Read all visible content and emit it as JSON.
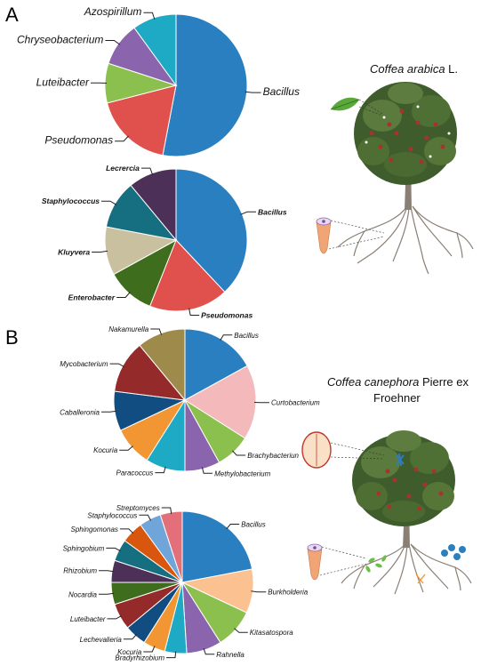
{
  "panel_labels": {
    "a": "A",
    "b": "B"
  },
  "plant_a": {
    "title_italic": "Coffea arabica",
    "title_rest": " L."
  },
  "plant_b": {
    "title_line1_italic": "Coffea canephora",
    "title_line1_rest": " Pierre ex",
    "title_line2": "Froehner"
  },
  "colors": {
    "blue": "#2a7fc1",
    "red": "#e0504d",
    "green": "#8bc04e",
    "purple": "#8a64ad",
    "cyan": "#1eaac4",
    "olive": "#9e8a4a",
    "darkred": "#952a2a",
    "navy": "#114d80",
    "orange": "#f29633",
    "pink": "#f4b9bb",
    "teal": "#156f80",
    "darkgreen": "#3f6d1e",
    "tan": "#c8c09e",
    "plum": "#4d3058",
    "peach": "#fbc191",
    "lightblue": "#6fa5d8"
  },
  "chart_data": [
    {
      "type": "pie",
      "style": "large",
      "slices": [
        {
          "label": "Bacillus",
          "value": 53,
          "color": "#2a7fc1"
        },
        {
          "label": "Pseudomonas",
          "value": 18,
          "color": "#e0504d"
        },
        {
          "label": "Luteibacter",
          "value": 9,
          "color": "#8bc04e"
        },
        {
          "label": "Chryseobacterium",
          "value": 10,
          "color": "#8a64ad"
        },
        {
          "label": "Azospirillum",
          "value": 10,
          "color": "#1eaac4"
        }
      ]
    },
    {
      "type": "pie",
      "style": "bold",
      "slices": [
        {
          "label": "Bacillus",
          "value": 38,
          "color": "#2a7fc1"
        },
        {
          "label": "Pseudomonas",
          "value": 18,
          "color": "#e0504d"
        },
        {
          "label": "Enterobacter",
          "value": 11,
          "color": "#3f6d1e"
        },
        {
          "label": "Kluyvera",
          "value": 11,
          "color": "#c8c09e"
        },
        {
          "label": "Staphylococcus",
          "value": 11,
          "color": "#156f80"
        },
        {
          "label": "Lecrercia",
          "value": 11,
          "color": "#4d3058"
        }
      ]
    },
    {
      "type": "pie",
      "style": "small",
      "slices": [
        {
          "label": "Bacillus",
          "value": 17,
          "color": "#2a7fc1"
        },
        {
          "label": "Curtobacterium",
          "value": 17,
          "color": "#f4b9bb"
        },
        {
          "label": "Brachybacteriun",
          "value": 8,
          "color": "#8bc04e"
        },
        {
          "label": "Methylobacterium",
          "value": 8,
          "color": "#8a64ad"
        },
        {
          "label": "Paracoccus",
          "value": 9,
          "color": "#1eaac4"
        },
        {
          "label": "Kocuria",
          "value": 9,
          "color": "#f29633"
        },
        {
          "label": "Caballeronia",
          "value": 9,
          "color": "#114d80"
        },
        {
          "label": "Mycobacterium",
          "value": 12,
          "color": "#952a2a"
        },
        {
          "label": "Nakamurella",
          "value": 11,
          "color": "#9e8a4a"
        }
      ]
    },
    {
      "type": "pie",
      "style": "small",
      "slices": [
        {
          "label": "Bacillus",
          "value": 22,
          "color": "#2a7fc1"
        },
        {
          "label": "Burkholderia",
          "value": 10,
          "color": "#fbc191"
        },
        {
          "label": "Kitasatospora",
          "value": 9,
          "color": "#8bc04e"
        },
        {
          "label": "Rahnella",
          "value": 8,
          "color": "#8a64ad"
        },
        {
          "label": "Bradyrhizobium",
          "value": 5,
          "color": "#1eaac4"
        },
        {
          "label": "Kocuria",
          "value": 5,
          "color": "#f29633"
        },
        {
          "label": "Lechevalieria",
          "value": 5,
          "color": "#114d80"
        },
        {
          "label": "Luteibacter",
          "value": 6,
          "color": "#952a2a"
        },
        {
          "label": "Nocardia",
          "value": 5,
          "color": "#3f6d1e"
        },
        {
          "label": "Rhizobium",
          "value": 5,
          "color": "#4d3058"
        },
        {
          "label": "Sphingobium",
          "value": 5,
          "color": "#156f80"
        },
        {
          "label": "Sphingomonas",
          "value": 5,
          "color": "#d9560f"
        },
        {
          "label": "Staphylococcus",
          "value": 5,
          "color": "#6fa5d8"
        },
        {
          "label": "Streptomyces",
          "value": 5,
          "color": "#e36f7a"
        }
      ]
    }
  ]
}
